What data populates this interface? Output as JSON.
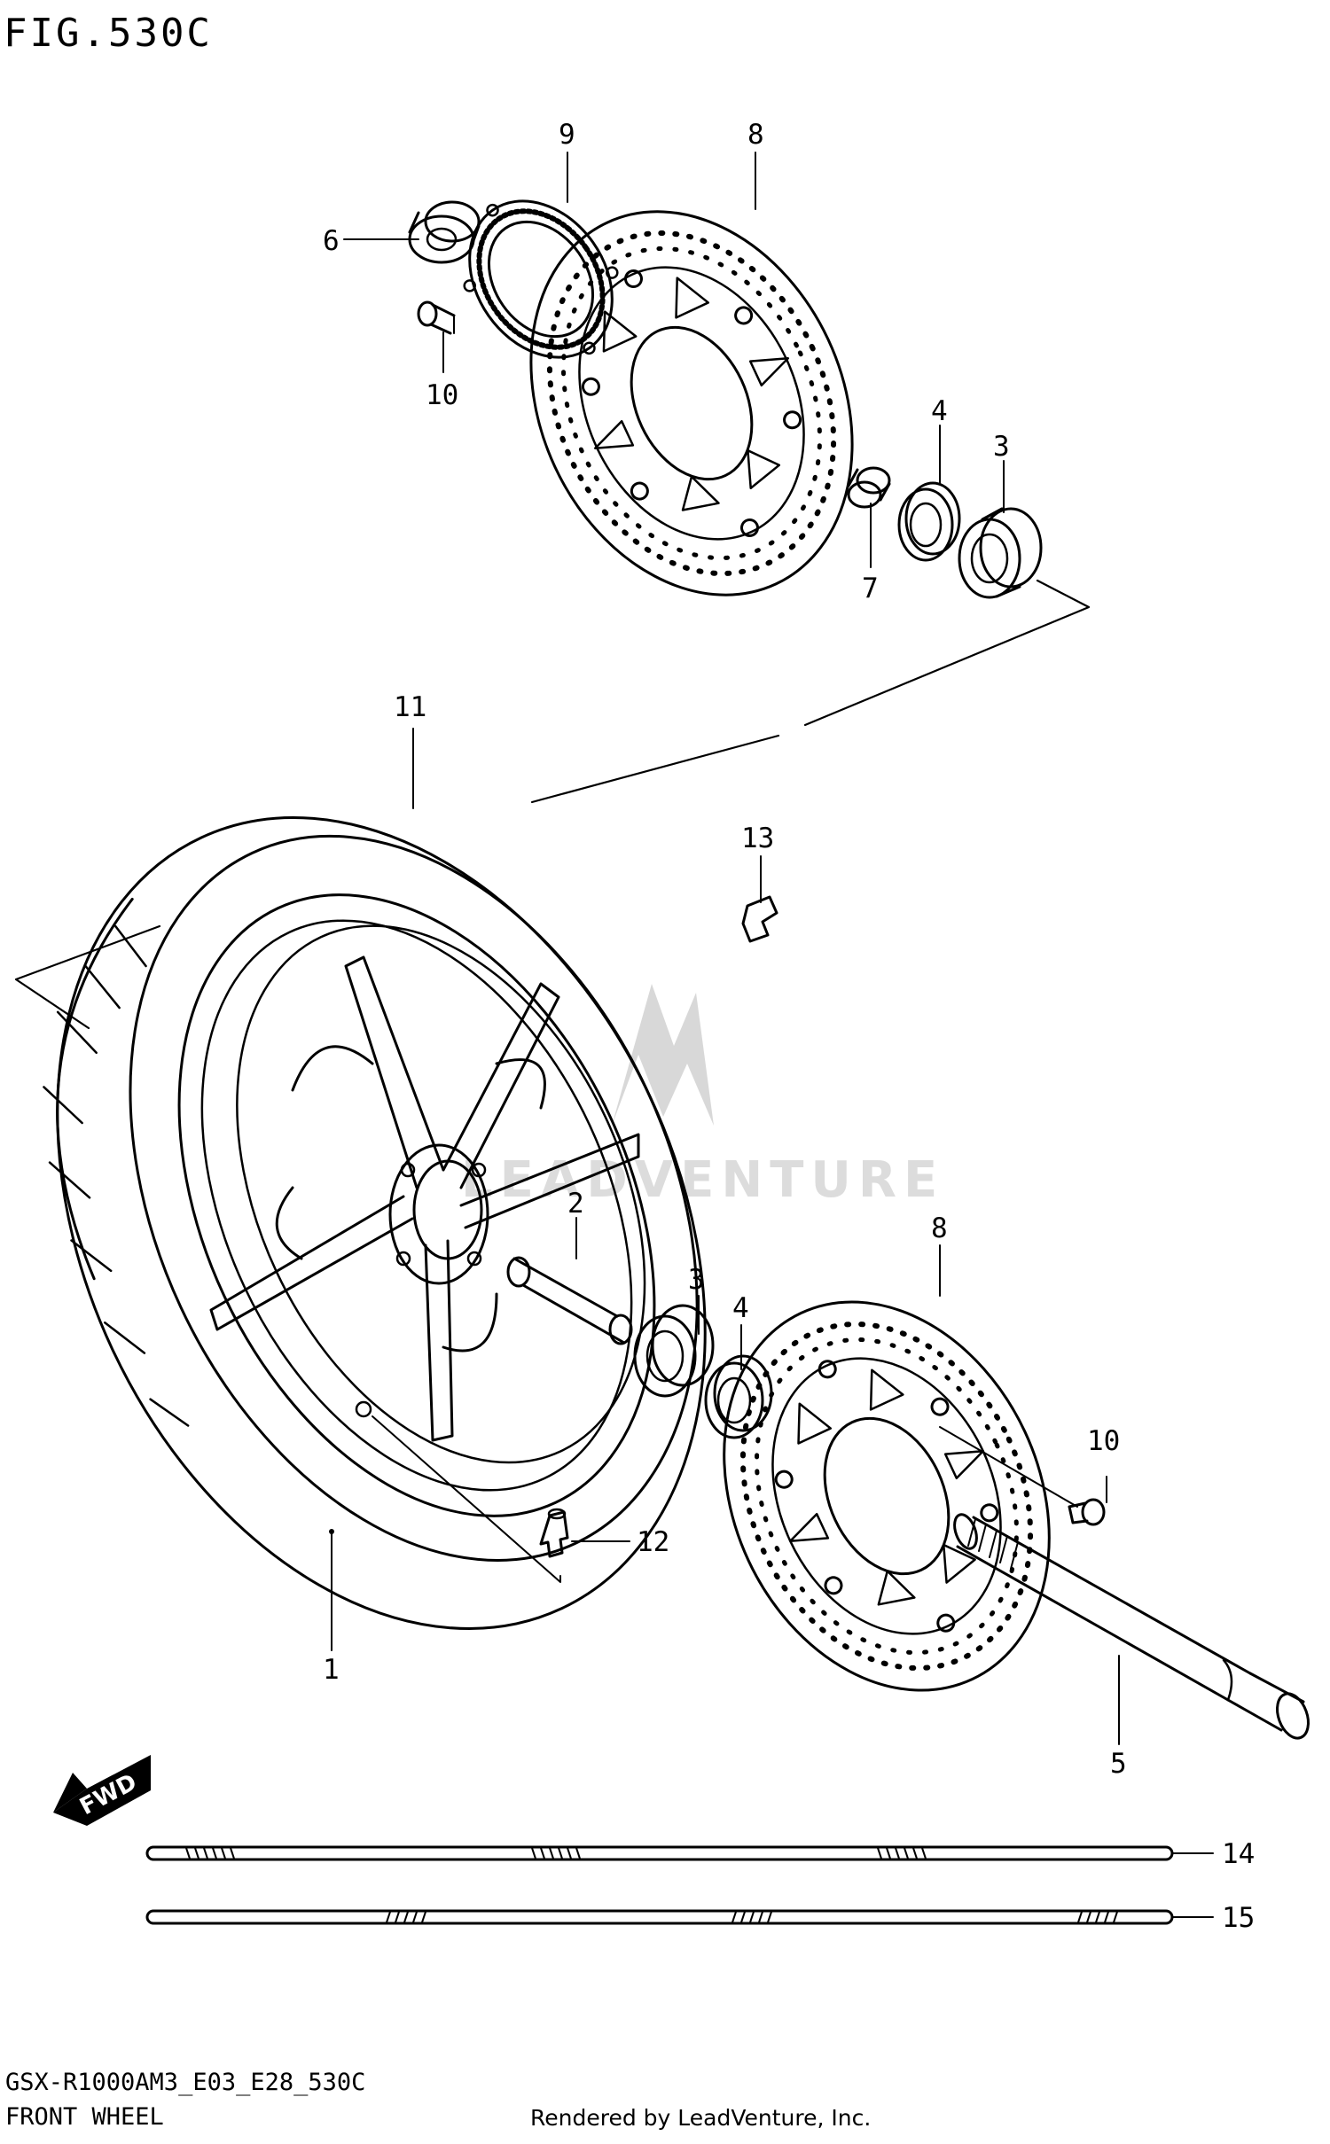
{
  "header": {
    "figure_title": "FIG.530C"
  },
  "footer": {
    "model_code": "GSX-R1000AM3_E03_E28_530C",
    "section_name": "FRONT WHEEL",
    "rendered_by": "Rendered by LeadVenture, Inc."
  },
  "watermark": {
    "text": "LEADVENTURE"
  },
  "direction_badge": {
    "text": "FWD"
  },
  "callouts": [
    {
      "id": "c1",
      "number": "1"
    },
    {
      "id": "c2",
      "number": "2"
    },
    {
      "id": "c3a",
      "number": "3"
    },
    {
      "id": "c3b",
      "number": "3"
    },
    {
      "id": "c4a",
      "number": "4"
    },
    {
      "id": "c4b",
      "number": "4"
    },
    {
      "id": "c5",
      "number": "5"
    },
    {
      "id": "c6",
      "number": "6"
    },
    {
      "id": "c7",
      "number": "7"
    },
    {
      "id": "c8a",
      "number": "8"
    },
    {
      "id": "c8b",
      "number": "8"
    },
    {
      "id": "c9",
      "number": "9"
    },
    {
      "id": "c10a",
      "number": "10"
    },
    {
      "id": "c10b",
      "number": "10"
    },
    {
      "id": "c11",
      "number": "11"
    },
    {
      "id": "c12",
      "number": "12"
    },
    {
      "id": "c13",
      "number": "13"
    },
    {
      "id": "c14",
      "number": "14"
    },
    {
      "id": "c15",
      "number": "15"
    }
  ]
}
